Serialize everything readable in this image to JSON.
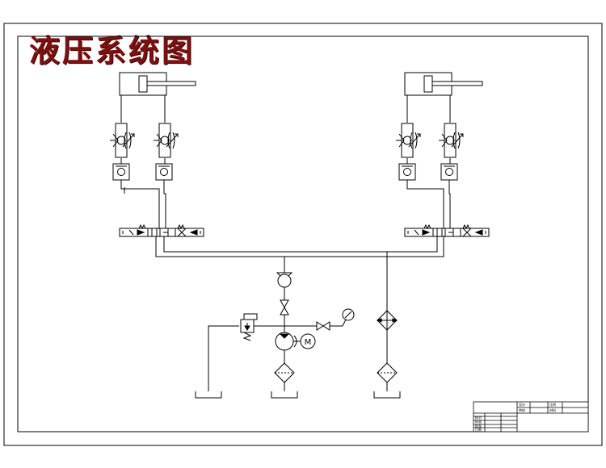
{
  "drawing": {
    "title": "液压系统图",
    "colors": {
      "line": "#000000",
      "title": "#7d1010",
      "background": "#ffffff"
    },
    "icons": {
      "left-cylinder": "hydraulic-cylinder-icon",
      "right-cylinder": "hydraulic-cylinder-icon",
      "throttle-check-valve": "one-way-throttle-valve-icon",
      "hydraulic-lock": "pilot-check-valve-icon",
      "directional-valve": "three-position-solenoid-valve-icon",
      "pump": "hydraulic-pump-icon",
      "motor": "electric-motor-icon",
      "relief-valve": "relief-valve-icon",
      "gauge": "pressure-gauge-icon",
      "filter": "filter-icon",
      "cooler": "cooler-icon",
      "tank": "oil-tank-icon"
    },
    "motor_label": "M",
    "title_block": {
      "cells": [
        "设计",
        "比例",
        "审核",
        "材料",
        "校对",
        "标准",
        "批准",
        "日期"
      ]
    }
  }
}
